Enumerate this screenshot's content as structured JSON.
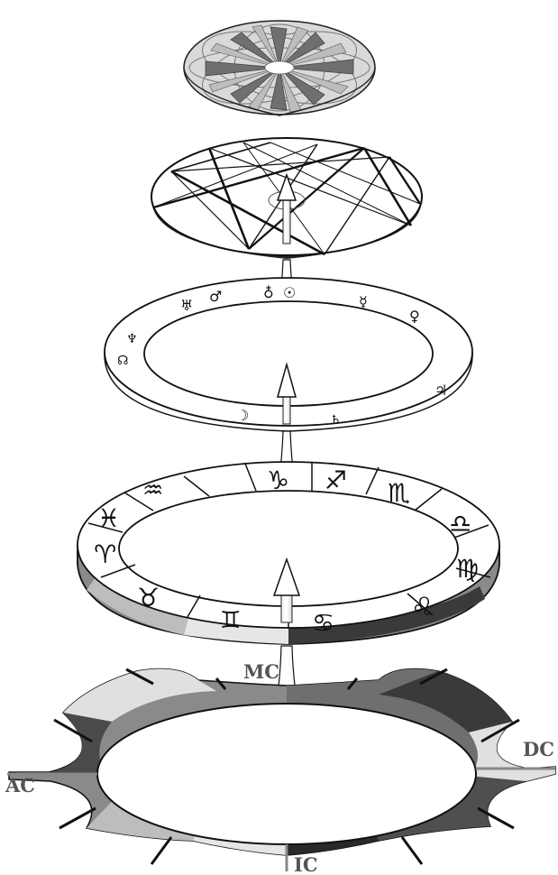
{
  "diagram": {
    "layers": [
      {
        "name": "aspect-pattern-disc"
      },
      {
        "name": "aspect-lines-disc"
      },
      {
        "name": "planet-ring"
      },
      {
        "name": "zodiac-ring"
      },
      {
        "name": "house-ring"
      }
    ],
    "labels": {
      "mc": "MC",
      "ic": "IC",
      "ac": "AC",
      "dc": "DC"
    },
    "planet_glyphs": [
      "♅",
      "♂",
      "♁",
      "☉",
      "☿",
      "♀",
      "♃",
      "♄",
      "☽",
      "☊",
      "♆"
    ],
    "zodiac_glyphs": [
      "♑",
      "♐",
      "♏",
      "♎",
      "♍",
      "♌",
      "♋",
      "♊",
      "♉",
      "♈",
      "♓",
      "♒"
    ],
    "colors": {
      "line": "#111111",
      "mid_gray": "#8a8a8a",
      "dark_gray": "#3a3a3a",
      "light_gray": "#d6d6d6",
      "white": "#ffffff"
    }
  }
}
